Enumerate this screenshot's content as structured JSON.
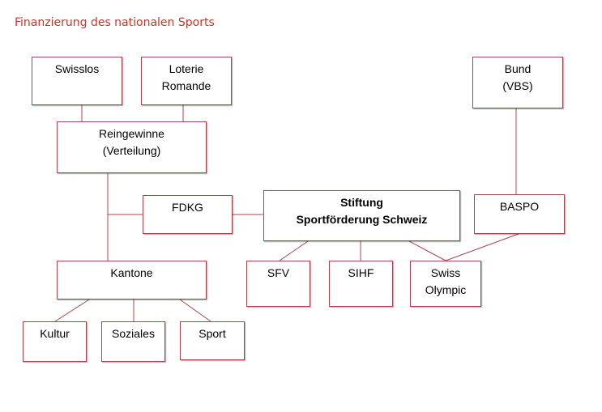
{
  "title": "Finanzierung des nationalen Sports",
  "colors": {
    "title": "#c0392b",
    "line": "#a8444f",
    "box_border": "#a8444f"
  },
  "nodes": {
    "swisslos": {
      "lines": [
        "Swisslos"
      ]
    },
    "loterie": {
      "lines": [
        "Loterie",
        "Romande"
      ]
    },
    "bund": {
      "lines": [
        "Bund",
        "(VBS)"
      ]
    },
    "reingewinne": {
      "lines": [
        "Reingewinne",
        "(Verteilung)"
      ]
    },
    "fdkg": {
      "lines": [
        "FDKG"
      ]
    },
    "stiftung": {
      "lines": [
        "Stiftung",
        "Sportförderung Schweiz"
      ]
    },
    "baspo": {
      "lines": [
        "BASPO"
      ]
    },
    "kantone": {
      "lines": [
        "Kantone"
      ]
    },
    "sfv": {
      "lines": [
        "SFV"
      ]
    },
    "sihf": {
      "lines": [
        "SIHF"
      ]
    },
    "swiss_olympic": {
      "lines": [
        "Swiss",
        "Olympic"
      ]
    },
    "kultur": {
      "lines": [
        "Kultur"
      ]
    },
    "soziales": {
      "lines": [
        "Soziales"
      ]
    },
    "sport": {
      "lines": [
        "Sport"
      ]
    }
  },
  "connections": [
    [
      "swisslos",
      "reingewinne"
    ],
    [
      "loterie",
      "reingewinne"
    ],
    [
      "reingewinne",
      "kantone"
    ],
    [
      "fdkg",
      "kantone"
    ],
    [
      "fdkg",
      "stiftung"
    ],
    [
      "bund",
      "baspo"
    ],
    [
      "stiftung",
      "sfv"
    ],
    [
      "stiftung",
      "sihf"
    ],
    [
      "stiftung",
      "swiss_olympic"
    ],
    [
      "baspo",
      "swiss_olympic"
    ],
    [
      "kantone",
      "kultur"
    ],
    [
      "kantone",
      "soziales"
    ],
    [
      "kantone",
      "sport"
    ]
  ]
}
